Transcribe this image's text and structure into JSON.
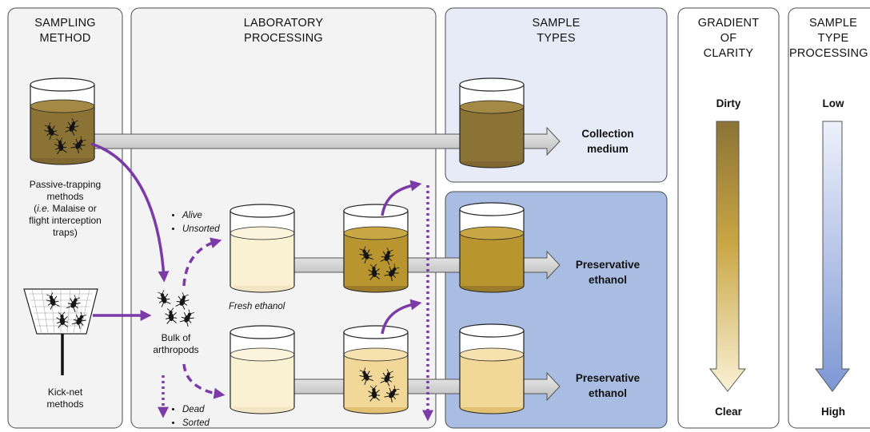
{
  "panels": {
    "sampling_method": {
      "title_line1": "SAMPLING",
      "title_line2": "METHOD"
    },
    "laboratory_processing": {
      "title_line1": "LABORATORY",
      "title_line2": "PROCESSING"
    },
    "sample_types": {
      "title_line1": "SAMPLE",
      "title_line2": "TYPES"
    },
    "gradient_of_clarity": {
      "title_line1": "GRADIENT",
      "title_line2": "OF",
      "title_line3": "CLARITY",
      "top_label": "Dirty",
      "bottom_label": "Clear"
    },
    "sample_type_processing": {
      "title_line1": "SAMPLE",
      "title_line2": "TYPE",
      "title_line3": "PROCESSING",
      "top_label": "Low",
      "bottom_label": "High"
    }
  },
  "labels": {
    "passive_line1": "Passive-trapping",
    "passive_line2": "methods",
    "passive_line3_ie": "i.e.",
    "passive_line3_rest": " Malaise or",
    "passive_line4": "flight interception",
    "passive_line5": "traps)",
    "kicknet_line1": "Kick-net",
    "kicknet_line2": "methods",
    "bulk_line1": "Bulk of",
    "bulk_line2": "arthropods",
    "alive": "Alive",
    "unsorted": "Unsorted",
    "dead": "Dead",
    "sorted": "Sorted",
    "fresh_ethanol": "Fresh ethanol",
    "collection_medium_line1": "Collection",
    "collection_medium_line2": "medium",
    "preservative_1_line1": "Preservative",
    "preservative_1_line2": "ethanol",
    "preservative_2_line1": "Preservative",
    "preservative_2_line2": "ethanol"
  },
  "colors": {
    "dirty_medium": "#8b7335",
    "mid_ethanol": "#b9952f",
    "light_ethanol": "#d9b452",
    "pale_ethanol": "#f2d898",
    "fresh_ethanol": "#faf0d2",
    "arrow_purple": "#7b3aa8",
    "sample_panel_light": "#e7ebf7",
    "sample_panel_dark": "#a9bde2"
  }
}
